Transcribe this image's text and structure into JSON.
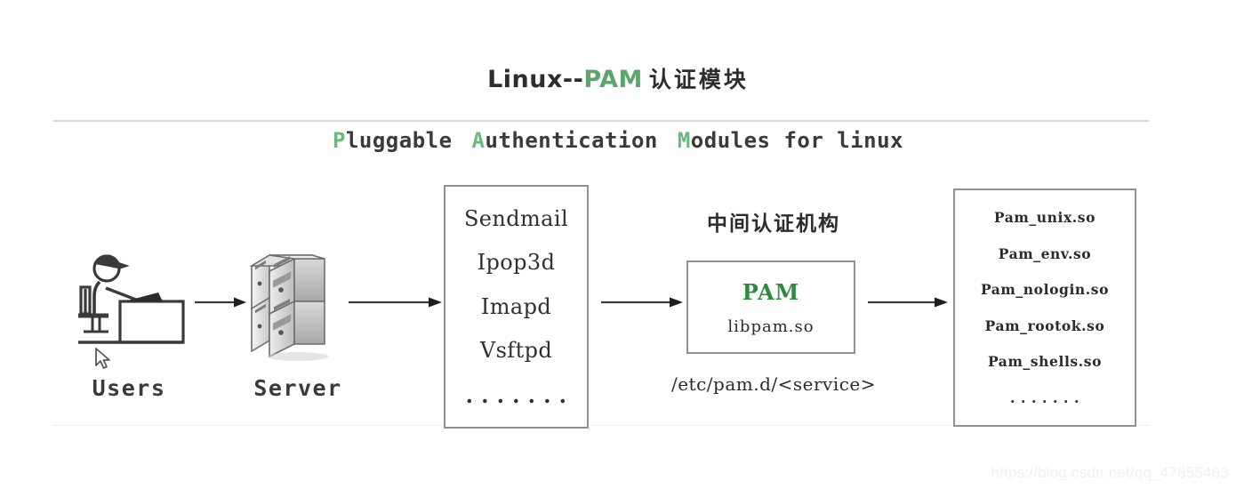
{
  "title": {
    "prefix": "Linux--",
    "accent": "PAM",
    "cjk": "认证模块"
  },
  "subtitle": {
    "word1_cap": "P",
    "word1_rest": "luggable",
    "word2_cap": "A",
    "word2_rest": "uthentication",
    "word3_cap": "M",
    "word3_rest": "odules for linux"
  },
  "nodes": {
    "users_label": "Users",
    "server_label": "Server"
  },
  "services": {
    "items": [
      "Sendmail",
      "Ipop3d",
      "Imapd",
      "Vsftpd",
      ". . . . . . ."
    ]
  },
  "pam": {
    "caption": "中间认证机构",
    "name": "PAM",
    "library": "libpam.so",
    "config_path": "/etc/pam.d/<service>"
  },
  "modules": {
    "items": [
      "Pam_unix.so",
      "Pam_env.so",
      "Pam_nologin.so",
      "Pam_rootok.so",
      "Pam_shells.so",
      ". . . . . . ."
    ]
  },
  "watermark": "https://blog.csdn.net/qq_47855463",
  "colors": {
    "accent_green": "#2e8b3e",
    "title_green": "#59a86a",
    "box_border": "#8e9094",
    "text": "#2b2b2b"
  }
}
